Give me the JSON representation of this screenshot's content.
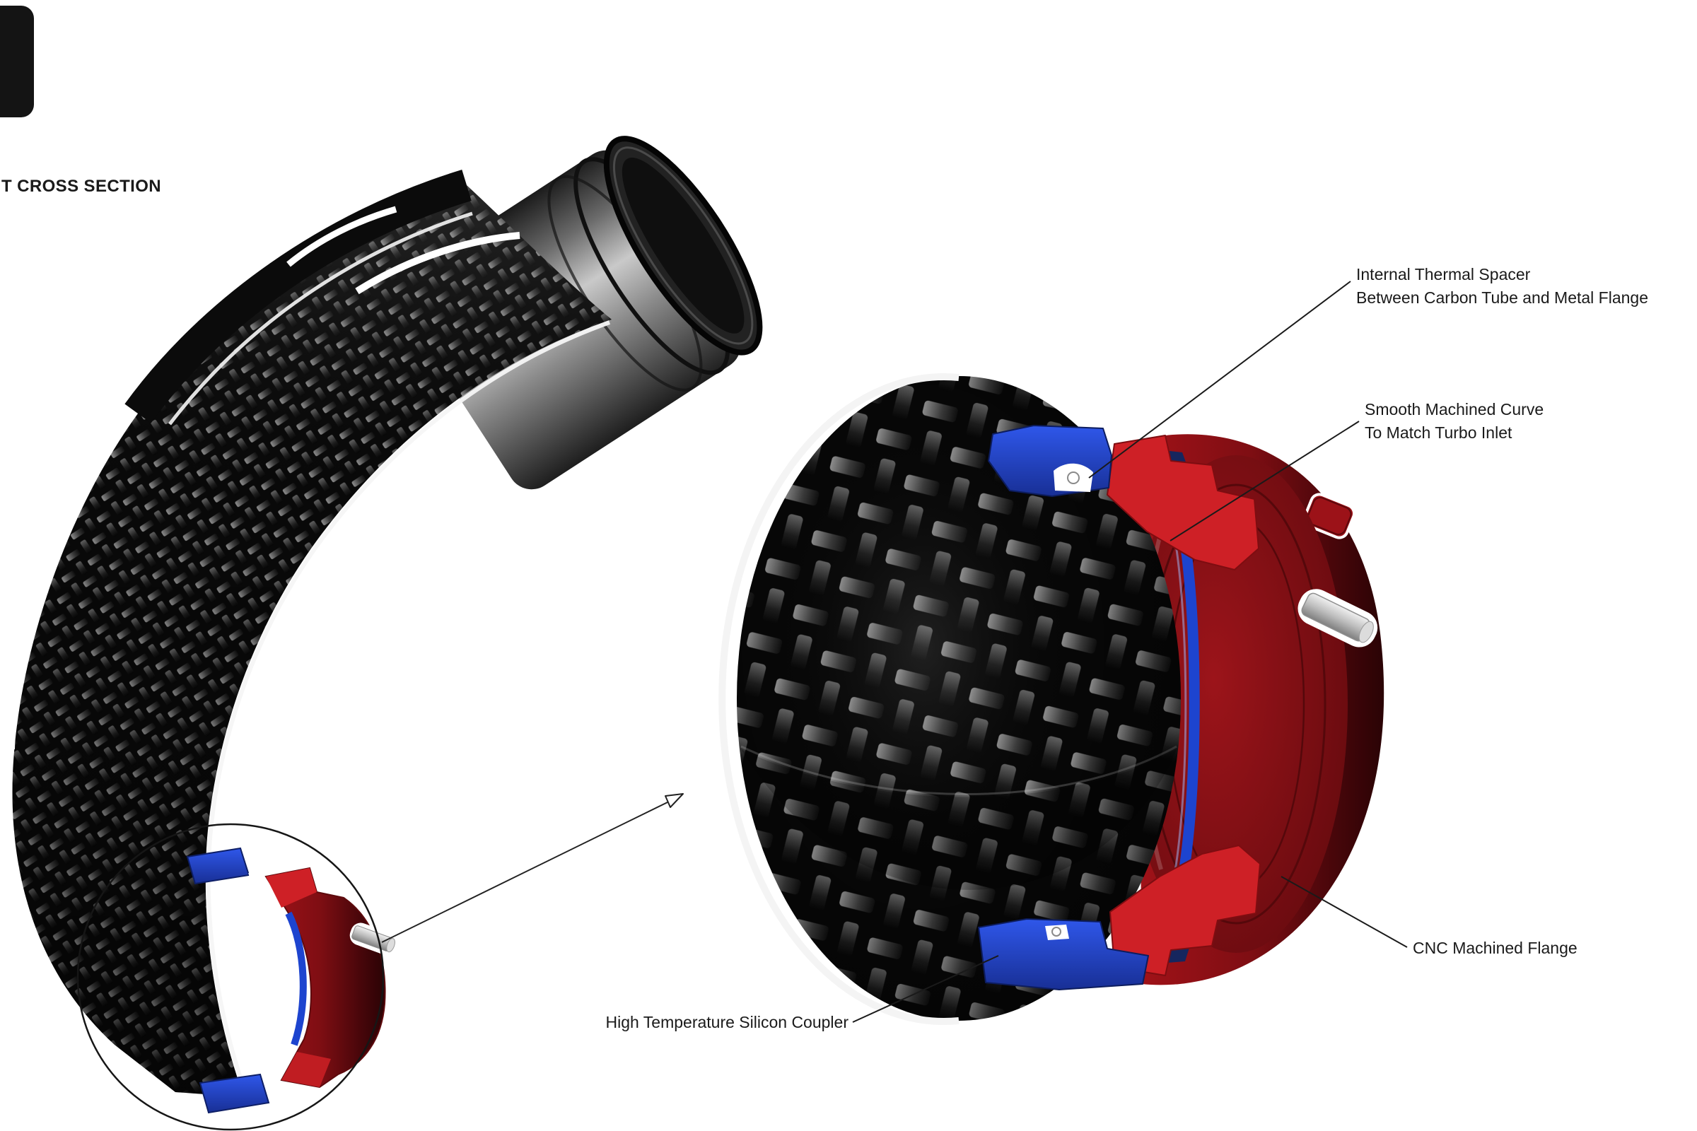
{
  "title": "T CROSS SECTION",
  "labels": {
    "thermal_spacer": {
      "line1": "Internal Thermal Spacer",
      "line2": "Between Carbon Tube and Metal Flange"
    },
    "machined_curve": {
      "line1": "Smooth Machined Curve",
      "line2": "To Match Turbo Inlet"
    },
    "cnc_flange": {
      "text": "CNC Machined Flange"
    },
    "silicon_coupler": {
      "text": "High Temperature Silicon Coupler"
    }
  },
  "colors": {
    "flange_red_bright": "#ce2026",
    "flange_red_dark": "#7f0e13",
    "coupler_blue_bright": "#2448d8",
    "coupler_blue_dark": "#16265e",
    "carbon_black": "#0a0a0a",
    "silicone_gray": "#8a8a8a",
    "pin_metal": "#c8c8c8",
    "line_ink": "#1a1a1a"
  }
}
